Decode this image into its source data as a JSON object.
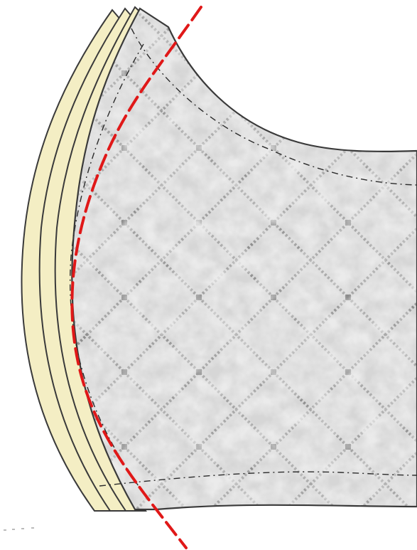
{
  "diagram": {
    "subject": "",
    "layer_count": 4,
    "colors": {
      "background": "#ffffff",
      "lining_layer": "#f4eec4",
      "outline": "#3a3a3a",
      "fabric_base": "#d9d9d9",
      "quilt_stitch": "#8e8e8e",
      "seam_line": "#2b2b2b",
      "cut_line": "#e01818"
    },
    "line_styles": {
      "seam_line": "dashed",
      "cut_line": "dashed-bold"
    }
  }
}
